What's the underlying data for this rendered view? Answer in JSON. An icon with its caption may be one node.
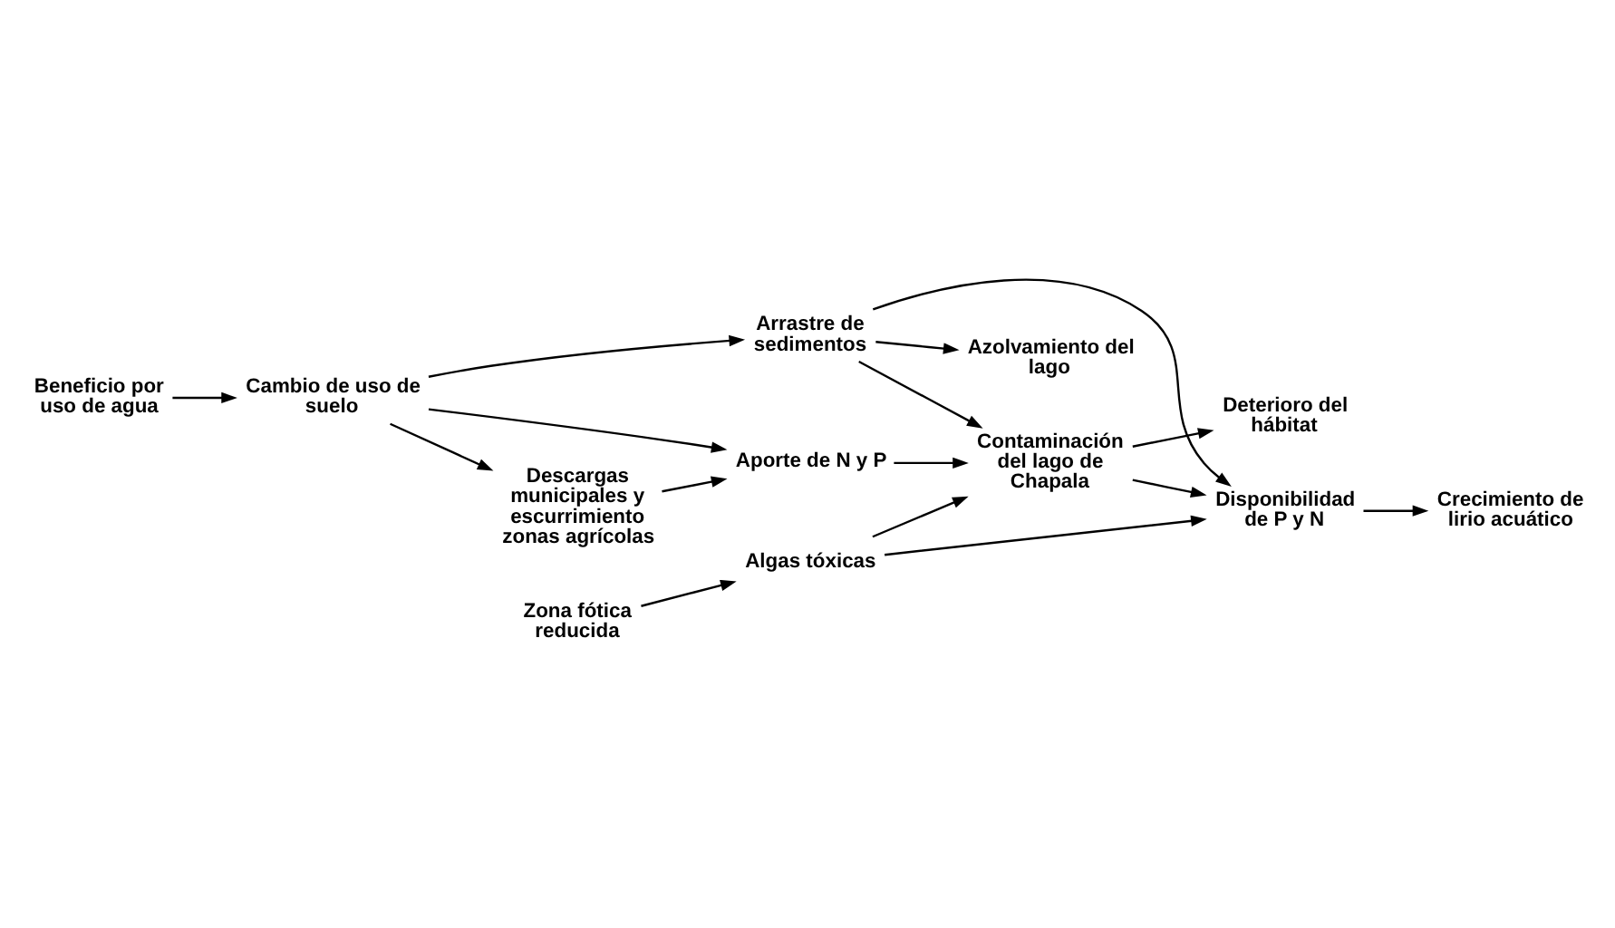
{
  "diagram": {
    "nodes": [
      {
        "text": [
          "Descargas municipales y escurrimiento zonas agrícolas"
        ]
      },
      {
        "text": [
          "Zona fótica reducida"
        ]
      },
      {
        "text": [
          "Aporte de N y P"
        ]
      },
      {
        "text": [
          "Deterioro del hábitat"
        ]
      },
      {
        "text": [
          "Cambio de uso de suelo"
        ]
      },
      {
        "text": [
          "Algas tóxicas"
        ]
      },
      {
        "text": [
          "Beneficio por uso de agua"
        ]
      },
      {
        "text": [
          "Contaminación del lago de Chapala"
        ]
      },
      {
        "text": [
          "Arrastre de sedimentos"
        ]
      },
      {
        "text": [
          "Disponibilidad de P y N"
        ]
      },
      {
        "text": [
          "Azolvamiento del lago"
        ]
      },
      {
        "text": [
          "Crecimiento de lirio acuático"
        ]
      }
    ],
    "edges": [
      {
        "from": 0,
        "to": 2,
        "arrow": "to"
      },
      {
        "from": 4,
        "to": 0,
        "arrow": "to"
      },
      {
        "from": 6,
        "to": 4,
        "arrow": "to"
      },
      {
        "from": 4,
        "to": 2,
        "arrow": "to"
      },
      {
        "from": 4,
        "to": 8,
        "arrow": "to"
      },
      {
        "from": 2,
        "to": 7,
        "arrow": "to"
      },
      {
        "from": 7,
        "to": 3,
        "arrow": "to"
      },
      {
        "from": 1,
        "to": 5,
        "arrow": "to"
      },
      {
        "from": 5,
        "to": 7,
        "arrow": "to"
      },
      {
        "from": 5,
        "to": 9,
        "arrow": "to"
      },
      {
        "from": 7,
        "to": 9,
        "arrow": "to"
      },
      {
        "from": 8,
        "to": 7,
        "arrow": "to"
      },
      {
        "from": 8,
        "to": 10,
        "arrow": "to"
      },
      {
        "from": 8,
        "to": 9,
        "arrow": "to"
      },
      {
        "from": 9,
        "to": 11,
        "arrow": "to"
      }
    ]
  }
}
